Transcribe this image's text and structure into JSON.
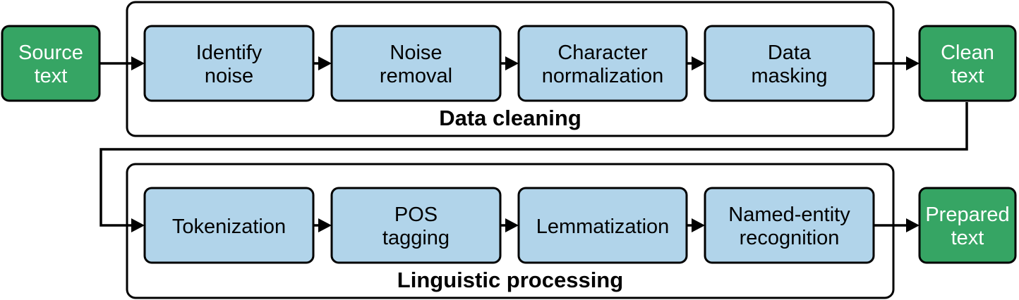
{
  "diagram": {
    "inputs": {
      "source": [
        "Source",
        "text"
      ],
      "clean": [
        "Clean",
        "text"
      ],
      "prepared": [
        "Prepared",
        "text"
      ]
    },
    "groups": {
      "cleaning": {
        "label": "Data cleaning",
        "steps": [
          [
            "Identify",
            "noise"
          ],
          [
            "Noise",
            "removal"
          ],
          [
            "Character",
            "normalization"
          ],
          [
            "Data",
            "masking"
          ]
        ]
      },
      "linguistic": {
        "label": "Linguistic processing",
        "steps": [
          [
            "Tokenization"
          ],
          [
            "POS",
            "tagging"
          ],
          [
            "Lemmatization"
          ],
          [
            "Named-entity",
            "recognition"
          ]
        ]
      }
    },
    "colors": {
      "step_fill": "#b1d4ea",
      "io_fill": "#36a564",
      "io_text": "#ffffff",
      "stroke": "#000000"
    }
  }
}
